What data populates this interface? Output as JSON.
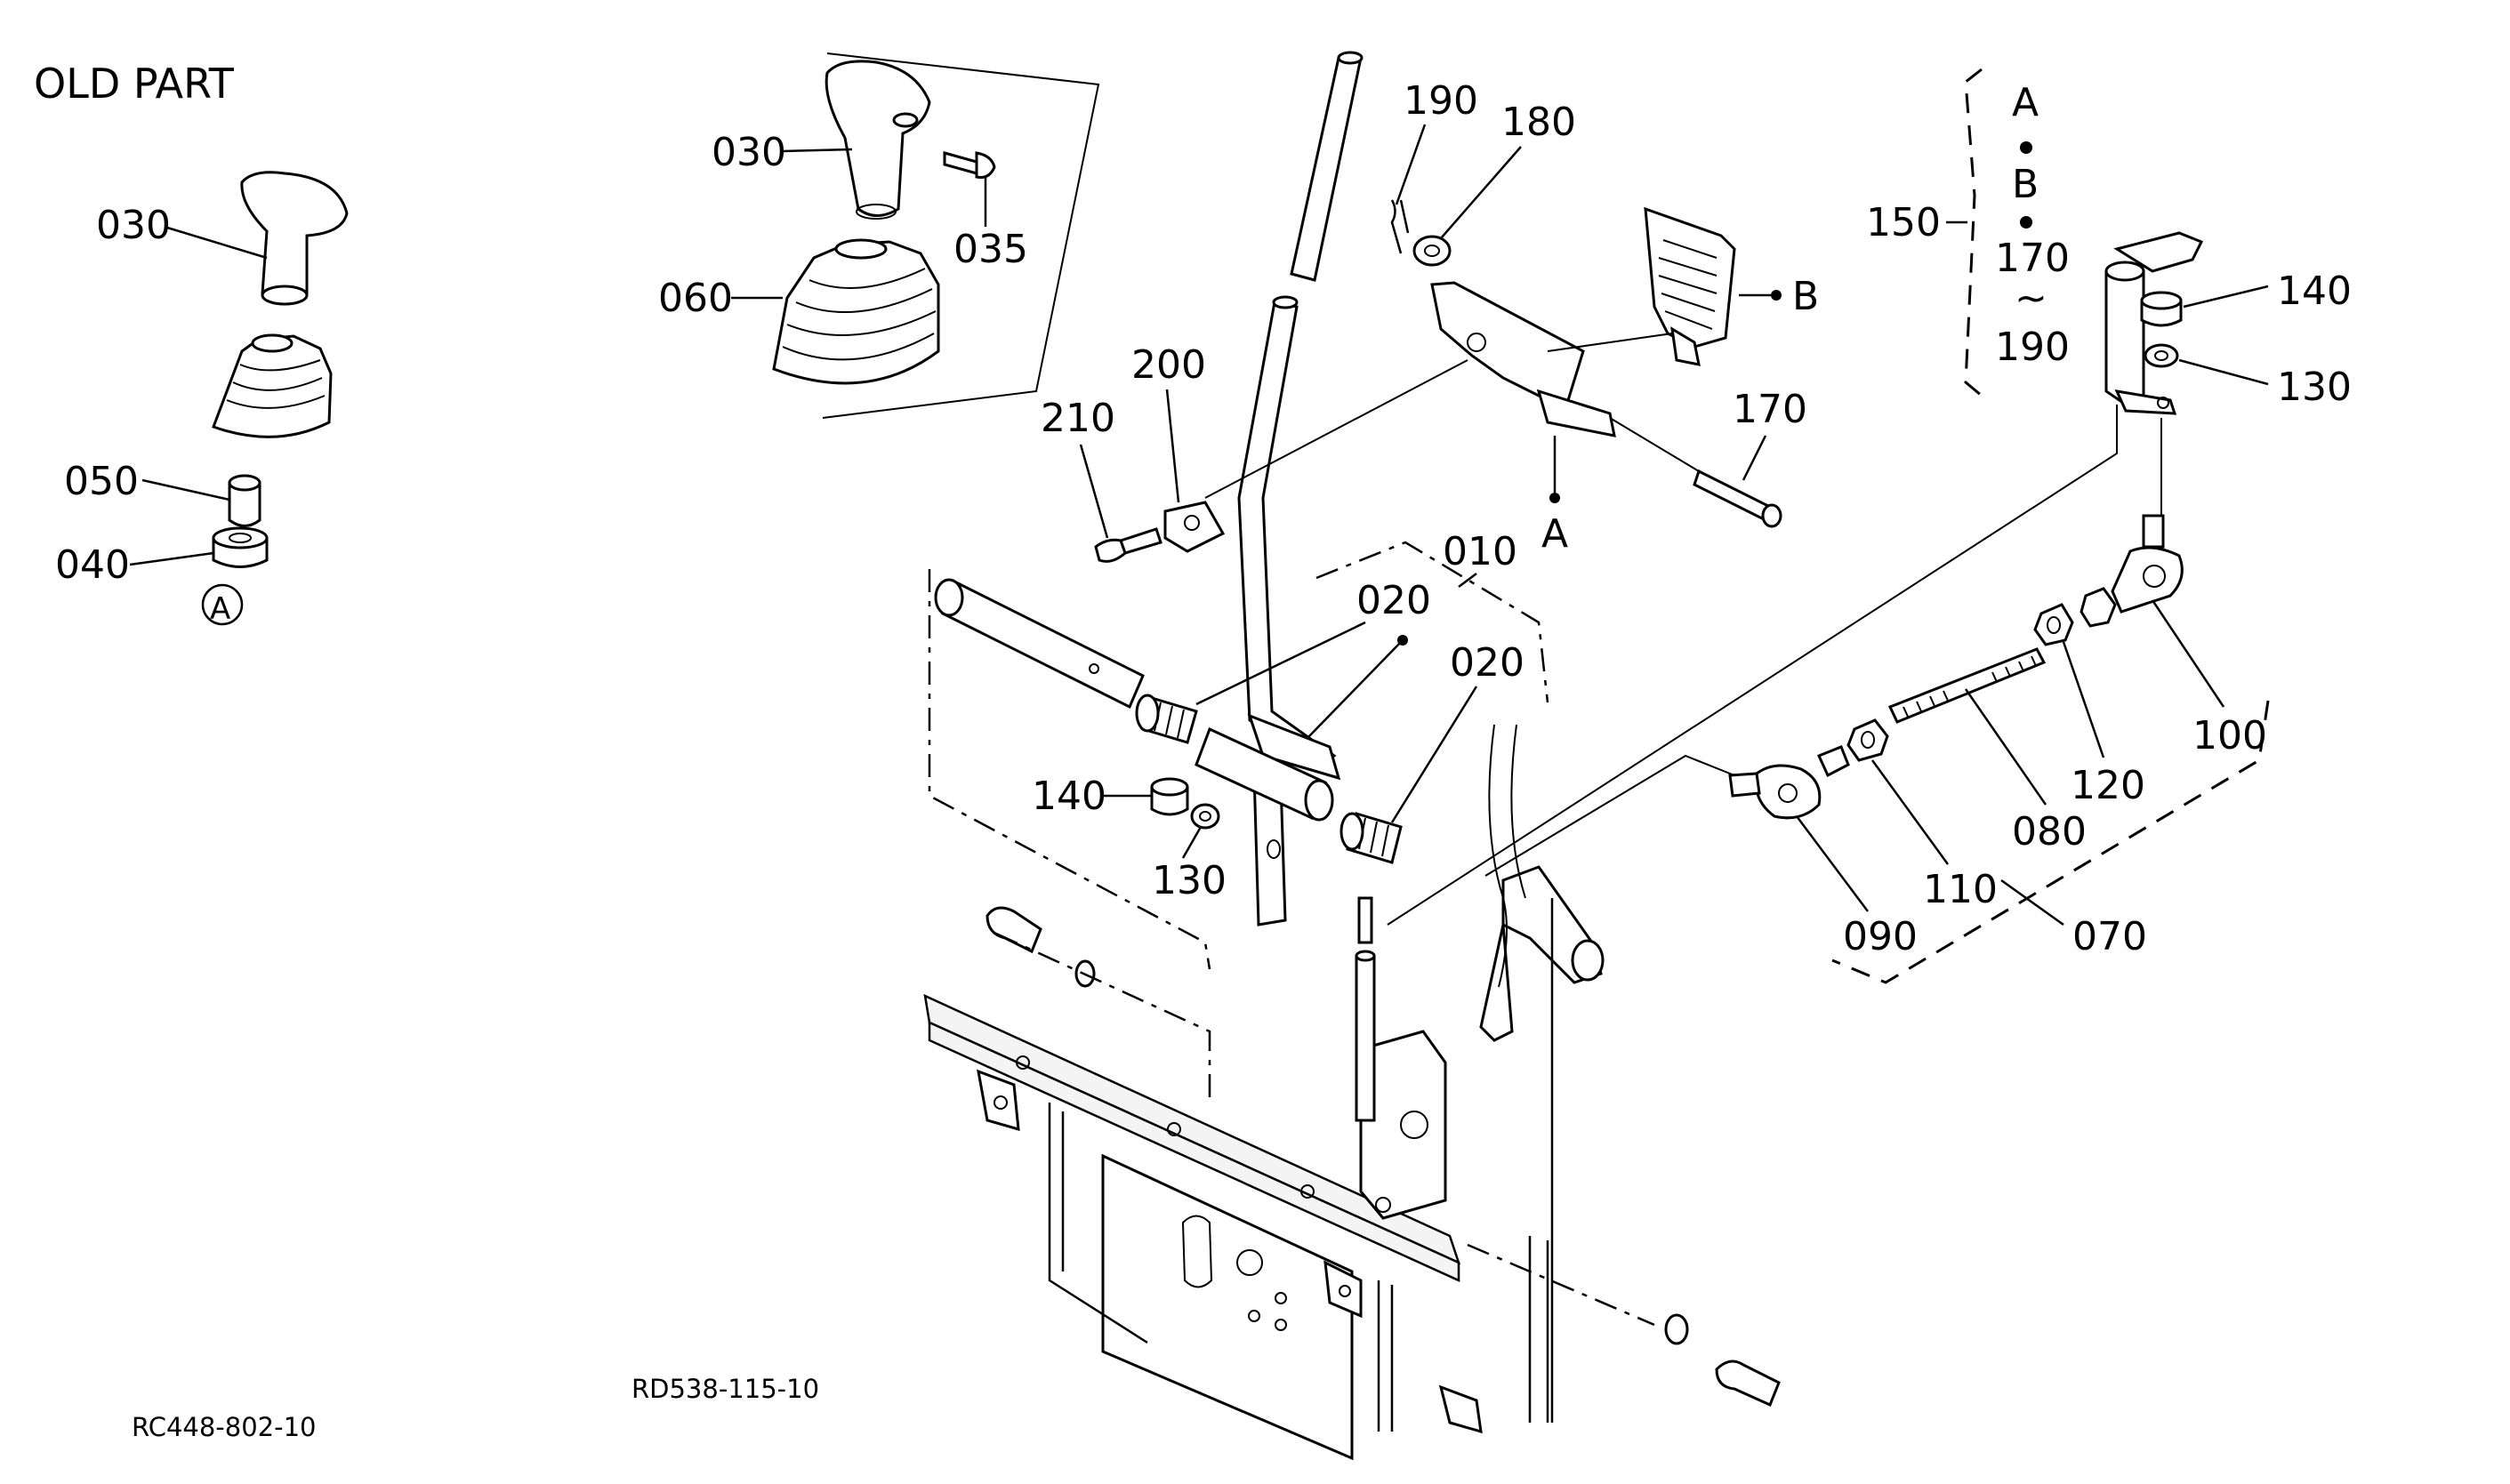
{
  "header": {
    "title": "OLD PART"
  },
  "codes": {
    "left": "RC448-802-10",
    "center": "RD538-115-10"
  },
  "old_part_labels": [
    "030",
    "050",
    "040"
  ],
  "old_part_ref": "A",
  "callouts": {
    "c030": "030",
    "c035": "035",
    "c060": "060",
    "c190": "190",
    "c180": "180",
    "c200": "200",
    "c210": "210",
    "c170": "170",
    "c010": "010",
    "c020a": "020",
    "c020b": "020",
    "c140a": "140",
    "c130a": "130",
    "c150": "150",
    "c140b": "140",
    "c130b": "130",
    "c100": "100",
    "c120": "120",
    "c080": "080",
    "c110": "110",
    "c090": "090",
    "c070": "070"
  },
  "markers": {
    "a": "A",
    "b": "B"
  },
  "group_150": {
    "top": "A",
    "mid": "B",
    "n1": "170",
    "tilde": "~",
    "n2": "190"
  }
}
